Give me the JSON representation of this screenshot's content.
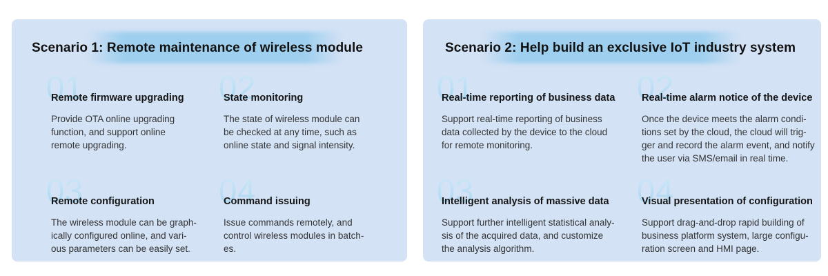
{
  "colors": {
    "page-bg": "#ffffff",
    "panel-bg": "#d3e2f5",
    "highlight": "#9ecfee",
    "num-top": "#cfe8f8",
    "num-bottom": "#aed9f2",
    "title-color": "#111111",
    "heading-color": "#151515",
    "body-color": "#333333"
  },
  "panels": [
    {
      "title": "Scenario 1: Remote maintenance of wireless module",
      "items": [
        {
          "number": "01",
          "heading": "Remote firmware upgrading",
          "body": "Provide OTA online upgrading\nfunction, and support online\nremote upgrading."
        },
        {
          "number": "02",
          "heading": "State monitoring",
          "body": "The state of wireless module can\nbe checked at any time, such as\nonline state and signal intensity."
        },
        {
          "number": "03",
          "heading": "Remote configuration",
          "body": "The wireless module can be graph-\nically configured online, and vari-\nous parameters can be easily set."
        },
        {
          "number": "04",
          "heading": "Command issuing",
          "body": "Issue commands remotely, and\ncontrol wireless modules in batch-\nes."
        }
      ]
    },
    {
      "title": "Scenario 2: Help build an exclusive IoT industry system",
      "items": [
        {
          "number": "01",
          "heading": "Real-time reporting of business data",
          "body": "Support real-time reporting of business\ndata collected by the device to the cloud\nfor remote monitoring."
        },
        {
          "number": "02",
          "heading": "Real-time alarm notice of the device",
          "body": "Once the device meets the alarm condi-\ntions set by the cloud, the cloud will trig-\nger and record the alarm event, and notify\nthe user via SMS/email in real time."
        },
        {
          "number": "03",
          "heading": "Intelligent analysis of massive data",
          "body": "Support further intelligent statistical analy-\nsis of the acquired data, and customize\nthe analysis algorithm."
        },
        {
          "number": "04",
          "heading": "Visual presentation of configuration",
          "body": "Support drag-and-drop rapid building of\nbusiness platform system, large configu-\nration screen and HMI page."
        }
      ]
    }
  ]
}
